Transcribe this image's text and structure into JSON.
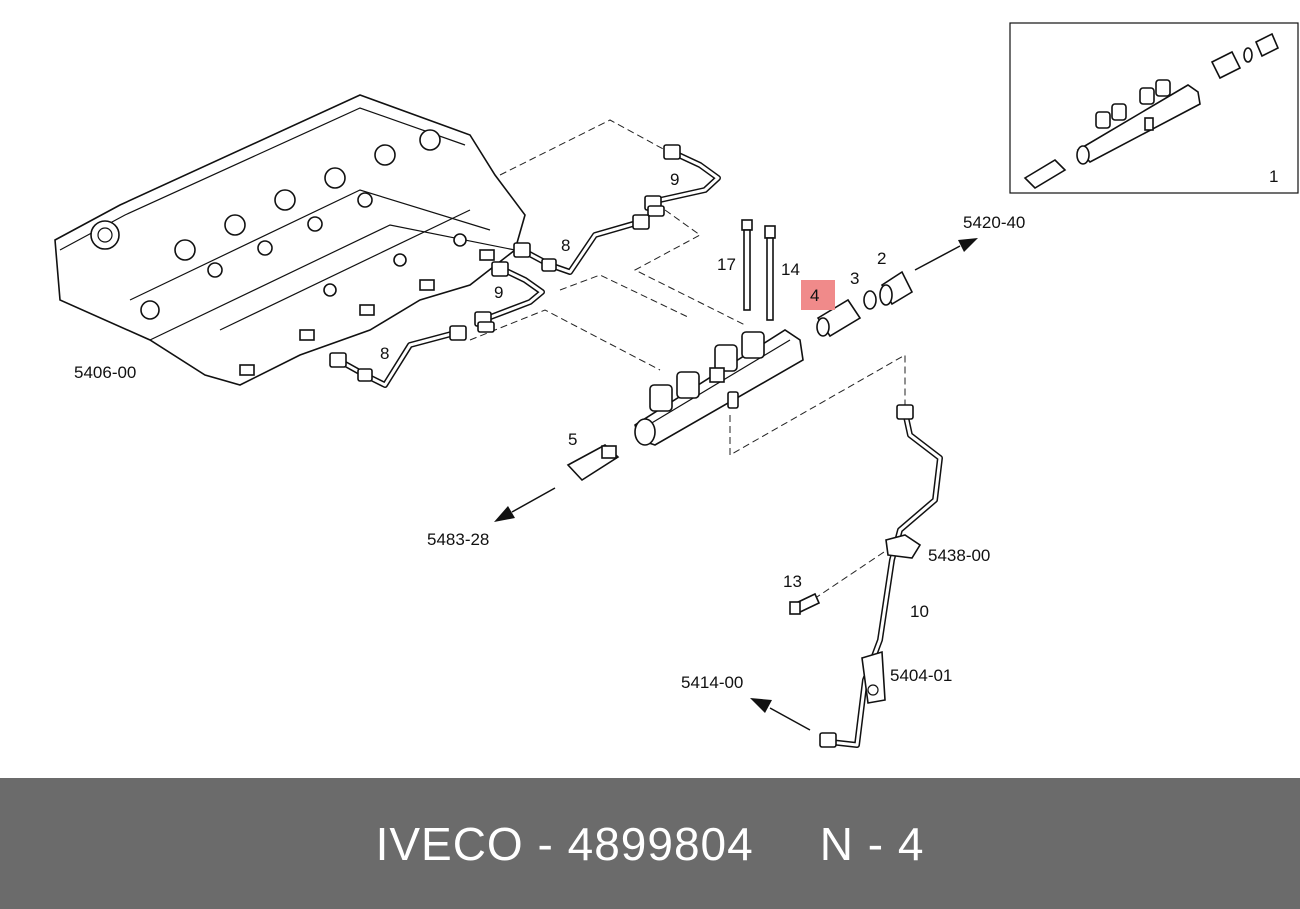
{
  "footer": {
    "brand": "IVECO",
    "dash1": "-",
    "part_number": "4899804",
    "suffix_letter": "N",
    "dash2": "-",
    "suffix_number": "4"
  },
  "callouts": {
    "c1": "1",
    "c2": "2",
    "c3": "3",
    "c4": "4",
    "c5": "5",
    "c8a": "8",
    "c8b": "8",
    "c9a": "9",
    "c9b": "9",
    "c10": "10",
    "c13": "13",
    "c14": "14",
    "c17": "17"
  },
  "refs": {
    "r5406": "5406-00",
    "r5420": "5420-40",
    "r5483": "5483-28",
    "r5438": "5438-00",
    "r5404": "5404-01",
    "r5414": "5414-00"
  },
  "colors": {
    "highlight": "#f08a8a",
    "footer_bg": "#6b6b6b",
    "line": "#111111"
  }
}
